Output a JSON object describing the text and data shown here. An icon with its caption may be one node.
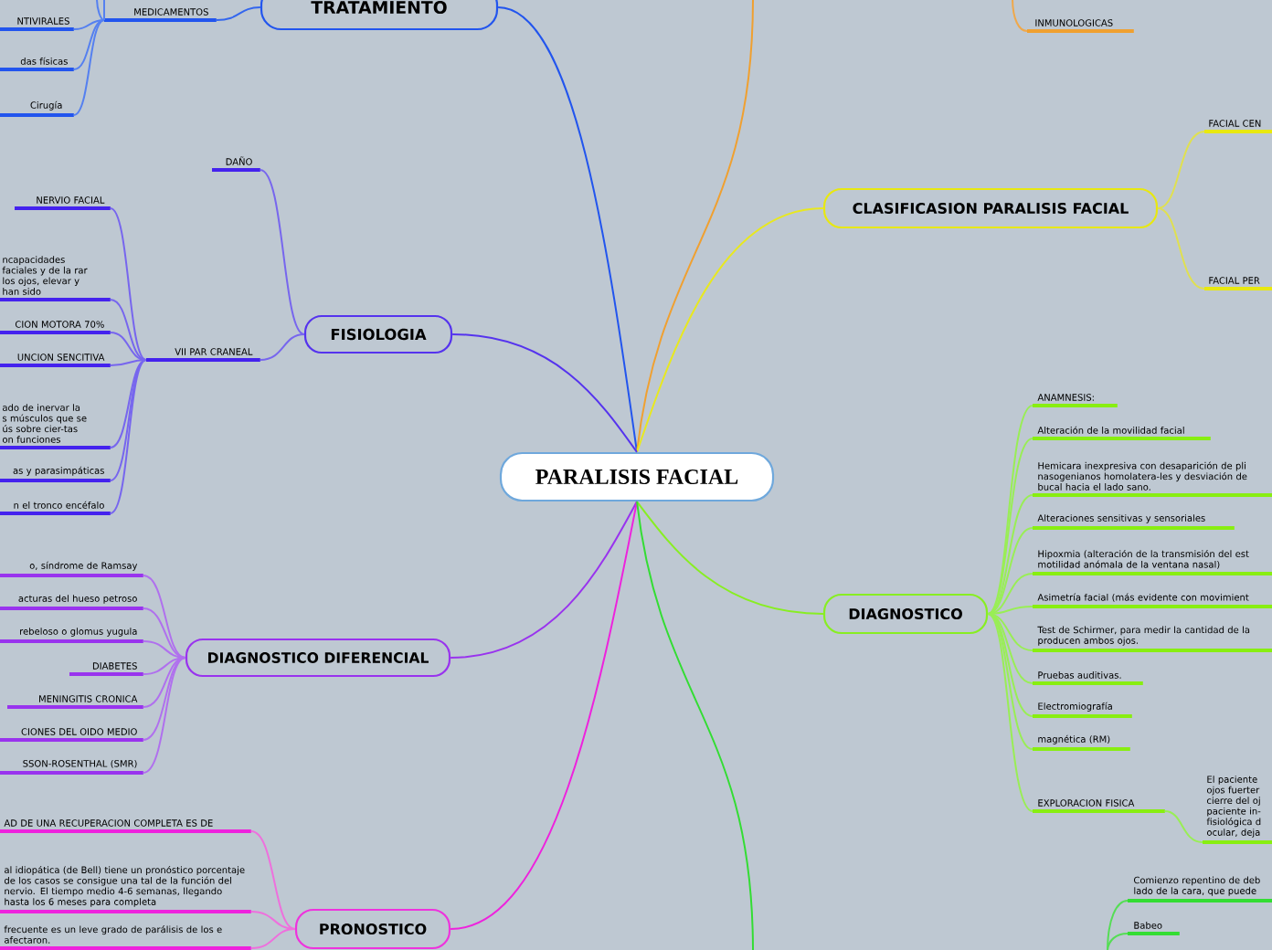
{
  "diagram": {
    "nodes": [
      {
        "text": [
          "PARALISIS FACIAL"
        ]
      },
      {
        "text": [
          "TRATAMIENTO"
        ]
      },
      {
        "text": [
          "MEDICAMENTOS"
        ]
      },
      {
        "text": [
          "NTIVIRALES"
        ]
      },
      {
        "text": [
          "das físicas"
        ]
      },
      {
        "text": [
          "Cirugía"
        ]
      },
      {
        "text": [
          "INMUNOLOGICAS"
        ]
      },
      {
        "text": [
          "CLASIFICASION PARALISIS FACIAL"
        ]
      },
      {
        "text": [
          "FACIAL CEN"
        ]
      },
      {
        "text": [
          "FACIAL PER"
        ]
      },
      {
        "text": [
          "FISIOLOGIA"
        ]
      },
      {
        "text": [
          "DAÑO"
        ]
      },
      {
        "text": [
          "VII PAR CRANEAL"
        ]
      },
      {
        "text": [
          "NERVIO FACIAL"
        ]
      },
      {
        "text": [
          "ncapacidades faciales y de la rar los ojos, elevar y han sido"
        ]
      },
      {
        "text": [
          "CION MOTORA 70%"
        ]
      },
      {
        "text": [
          "UNCION SENCITIVA"
        ]
      },
      {
        "text": [
          "ado de inervar la s músculos que se ús sobre cier-tas on funciones"
        ]
      },
      {
        "text": [
          "as y parasimpáticas"
        ]
      },
      {
        "text": [
          "n el tronco encéfalo"
        ]
      },
      {
        "text": [
          "DIAGNOSTICO"
        ]
      },
      {
        "text": [
          "ANAMNESIS:"
        ]
      },
      {
        "text": [
          "Alteración de la movilidad facial"
        ]
      },
      {
        "text": [
          "Hemicara inexpresiva con desaparición de pli nasogenianos homolatera-les y desviación de bucal hacia el lado sano."
        ]
      },
      {
        "text": [
          "Alteraciones sensitivas y sensoriales"
        ]
      },
      {
        "text": [
          "Hipoxmia (alteración de la transmisión del est motilidad anómala de la ventana nasal)"
        ]
      },
      {
        "text": [
          "Asimetría facial (más evidente con movimient"
        ]
      },
      {
        "text": [
          "Test de Schirmer, para medir la cantidad de la producen ambos ojos."
        ]
      },
      {
        "text": [
          "Pruebas auditivas."
        ]
      },
      {
        "text": [
          "Electromiografía"
        ]
      },
      {
        "text": [
          "magnética (RM)"
        ]
      },
      {
        "text": [
          "EXPLORACION FISICA"
        ]
      },
      {
        "text": [
          "El paciente ojos fuerter cierre del oj paciente in- fisiológica d ocular, deja"
        ]
      },
      {
        "text": [
          "DIAGNOSTICO DIFERENCIAL"
        ]
      },
      {
        "text": [
          "o, síndrome de Ramsay"
        ]
      },
      {
        "text": [
          "acturas del hueso petroso"
        ]
      },
      {
        "text": [
          "rebeloso o glomus yugula"
        ]
      },
      {
        "text": [
          "DIABETES"
        ]
      },
      {
        "text": [
          "MENINGITIS CRONICA"
        ]
      },
      {
        "text": [
          "CIONES DEL OIDO MEDIO"
        ]
      },
      {
        "text": [
          "SSON-ROSENTHAL (SMR)"
        ]
      },
      {
        "text": [
          "PRONOSTICO"
        ]
      },
      {
        "text": [
          "AD DE UNA RECUPERACION COMPLETA ES DE"
        ]
      },
      {
        "text": [
          "al idiopática (de Bell) tiene un pronóstico porcentaje de los casos se consigue una tal de la función del nervio. El tiempo medio 4-6 semanas, llegando hasta los 6 meses para completa"
        ]
      },
      {
        "text": [
          "frecuente es un leve grado de parálisis de los e afectaron."
        ]
      },
      {
        "text": [
          "Comienzo repentino de deb lado de la cara, que puede"
        ]
      },
      {
        "text": [
          "Babeo"
        ]
      }
    ],
    "edges": [
      {
        "from": 0,
        "to": 1,
        "arrow": "none",
        "color": "#2255ee"
      },
      {
        "from": 1,
        "to": 2,
        "arrow": "none",
        "color": "#3366ee"
      },
      {
        "from": 2,
        "to": 3,
        "arrow": "none",
        "color": "#5580f0"
      },
      {
        "from": 2,
        "to": 4,
        "arrow": "none",
        "color": "#5580f0"
      },
      {
        "from": 2,
        "to": 5,
        "arrow": "none",
        "color": "#5580f0"
      },
      {
        "from": 2,
        "to": null,
        "arrow": "none",
        "color": "#5580f0"
      },
      {
        "from": 2,
        "to": null,
        "arrow": "none",
        "color": "#5580f0"
      },
      {
        "from": 0,
        "to": null,
        "arrow": "none",
        "color": "#f0a030"
      },
      {
        "from": null,
        "to": 6,
        "arrow": "none",
        "color": "#f0a84a"
      },
      {
        "from": 0,
        "to": 7,
        "arrow": "none",
        "color": "#e8e820"
      },
      {
        "from": 7,
        "to": 8,
        "arrow": "none",
        "color": "#e0e050"
      },
      {
        "from": 7,
        "to": 9,
        "arrow": "none",
        "color": "#e0e050"
      },
      {
        "from": 0,
        "to": 10,
        "arrow": "none",
        "color": "#5533ee"
      },
      {
        "from": 10,
        "to": 11,
        "arrow": "none",
        "color": "#7766ee"
      },
      {
        "from": 10,
        "to": 12,
        "arrow": "none",
        "color": "#7766ee"
      },
      {
        "from": 12,
        "to": 13,
        "arrow": "none",
        "color": "#7766ee"
      },
      {
        "from": 12,
        "to": 14,
        "arrow": "none",
        "color": "#7766ee"
      },
      {
        "from": 12,
        "to": 15,
        "arrow": "none",
        "color": "#7766ee"
      },
      {
        "from": 12,
        "to": 16,
        "arrow": "none",
        "color": "#7766ee"
      },
      {
        "from": 12,
        "to": 17,
        "arrow": "none",
        "color": "#7766ee"
      },
      {
        "from": 12,
        "to": 18,
        "arrow": "none",
        "color": "#7766ee"
      },
      {
        "from": 12,
        "to": 19,
        "arrow": "none",
        "color": "#7766ee"
      },
      {
        "from": 0,
        "to": 20,
        "arrow": "none",
        "color": "#88ee22"
      },
      {
        "from": 20,
        "to": 21,
        "arrow": "none",
        "color": "#99ee55"
      },
      {
        "from": 20,
        "to": 22,
        "arrow": "none",
        "color": "#99ee55"
      },
      {
        "from": 20,
        "to": 23,
        "arrow": "none",
        "color": "#99ee55"
      },
      {
        "from": 20,
        "to": 24,
        "arrow": "none",
        "color": "#99ee55"
      },
      {
        "from": 20,
        "to": 25,
        "arrow": "none",
        "color": "#99ee55"
      },
      {
        "from": 20,
        "to": 26,
        "arrow": "none",
        "color": "#99ee55"
      },
      {
        "from": 20,
        "to": 27,
        "arrow": "none",
        "color": "#99ee55"
      },
      {
        "from": 20,
        "to": 28,
        "arrow": "none",
        "color": "#99ee55"
      },
      {
        "from": 20,
        "to": 29,
        "arrow": "none",
        "color": "#99ee55"
      },
      {
        "from": 20,
        "to": 30,
        "arrow": "none",
        "color": "#99ee55"
      },
      {
        "from": 20,
        "to": 31,
        "arrow": "none",
        "color": "#99ee55"
      },
      {
        "from": 31,
        "to": 32,
        "arrow": "none",
        "color": "#99ee55"
      },
      {
        "from": 0,
        "to": 33,
        "arrow": "none",
        "color": "#9933ee"
      },
      {
        "from": 33,
        "to": 34,
        "arrow": "none",
        "color": "#b070ee"
      },
      {
        "from": 33,
        "to": 35,
        "arrow": "none",
        "color": "#b070ee"
      },
      {
        "from": 33,
        "to": 36,
        "arrow": "none",
        "color": "#b070ee"
      },
      {
        "from": 33,
        "to": 37,
        "arrow": "none",
        "color": "#b070ee"
      },
      {
        "from": 33,
        "to": 38,
        "arrow": "none",
        "color": "#b070ee"
      },
      {
        "from": 33,
        "to": 39,
        "arrow": "none",
        "color": "#b070ee"
      },
      {
        "from": 33,
        "to": 40,
        "arrow": "none",
        "color": "#b070ee"
      },
      {
        "from": 0,
        "to": 41,
        "arrow": "none",
        "color": "#ee22dd"
      },
      {
        "from": 41,
        "to": 42,
        "arrow": "none",
        "color": "#ee70dd"
      },
      {
        "from": 41,
        "to": 43,
        "arrow": "none",
        "color": "#ee70dd"
      },
      {
        "from": 41,
        "to": 44,
        "arrow": "none",
        "color": "#ee70dd"
      },
      {
        "from": 0,
        "to": null,
        "arrow": "none",
        "color": "#33dd33"
      },
      {
        "from": null,
        "to": 45,
        "arrow": "none",
        "color": "#55dd55"
      },
      {
        "from": null,
        "to": 46,
        "arrow": "none",
        "color": "#55dd55"
      }
    ]
  }
}
